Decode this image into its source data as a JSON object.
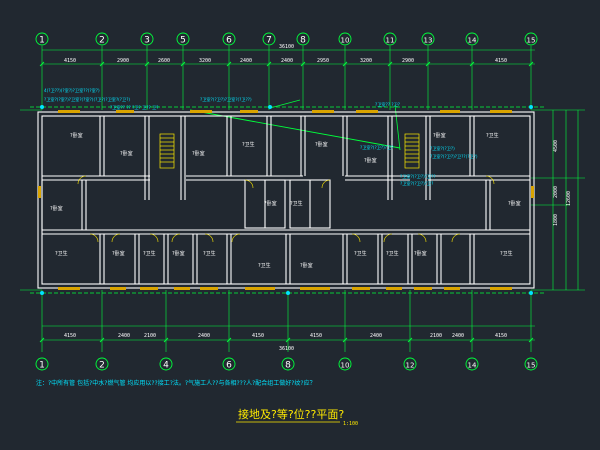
{
  "drawing": {
    "title": "接地及?等?位??平面?",
    "scale": "1:100",
    "note": "注：?中所有管    包括?中水?燃气管    均应用以??接工?法。?气施工人??与各相???人?配合组工做好?纹?应？",
    "total_dim_top": "36100",
    "total_dim_bottom": "36100"
  },
  "axes": {
    "top": [
      "1",
      "2",
      "3",
      "5",
      "6",
      "7",
      "8",
      "10",
      "11",
      "13",
      "14",
      "15"
    ],
    "bottom": [
      "1",
      "2",
      "4",
      "6",
      "8",
      "10",
      "12",
      "14",
      "15"
    ]
  },
  "dims": {
    "top": [
      "4150",
      "2900",
      "2600",
      "3200",
      "2400",
      "2400",
      "2950",
      "3200",
      "2900",
      "4150"
    ],
    "bottom": [
      "4150",
      "2400",
      "2100",
      "2400",
      "4150",
      "4150",
      "2400",
      "2100",
      "2400",
      "4150"
    ],
    "right": [
      "4500",
      "2000",
      "1800",
      "12600"
    ]
  },
  "rooms": [
    {
      "label": "?卧室"
    },
    {
      "label": "?卧室"
    },
    {
      "label": "?卧室"
    },
    {
      "label": "?卫生"
    },
    {
      "label": "?卧室"
    },
    {
      "label": "?卧室"
    },
    {
      "label": "?卧室"
    },
    {
      "label": "?卫生"
    },
    {
      "label": "?卧室"
    },
    {
      "label": "?卧室"
    },
    {
      "label": "?卫生"
    },
    {
      "label": "?卧室"
    },
    {
      "label": "?卫生"
    },
    {
      "label": "?卧室"
    },
    {
      "label": "?卫生"
    },
    {
      "label": "?卧室"
    },
    {
      "label": "?卫生"
    },
    {
      "label": "?卫生"
    },
    {
      "label": "?卧室"
    },
    {
      "label": "?卫生"
    },
    {
      "label": "?卫生"
    },
    {
      "label": "?卧室"
    },
    {
      "label": "?卫生"
    }
  ],
  "annotations": [
    "4(?卫??)(?室?)?卫室??(?室?)",
    "?卫室?(?室?)?卫室?(?室?)(?卫?)?卫室?(?卫?)",
    "?卫室?? ?? ?卫? 卫?? 卫?",
    "?卫室?(?卫?)?卫室?(?卫??)",
    "?卫室?? ?卫?",
    "?卫室?(?卫?)?卫?",
    "?卫室?(?卫?)",
    "?卫室?(?卫?)?卫??(?卫?)",
    "?卫室?(?卫?)?卫??",
    "?卫室?(?卫?)?卫?"
  ],
  "colors": {
    "background": "#212830",
    "wall": "#ffffff",
    "dimension": "#00ff3c",
    "annotation": "#00e5ff",
    "window": "#d9a400",
    "title": "#ffea00",
    "equipotential": "#00ff3c"
  }
}
